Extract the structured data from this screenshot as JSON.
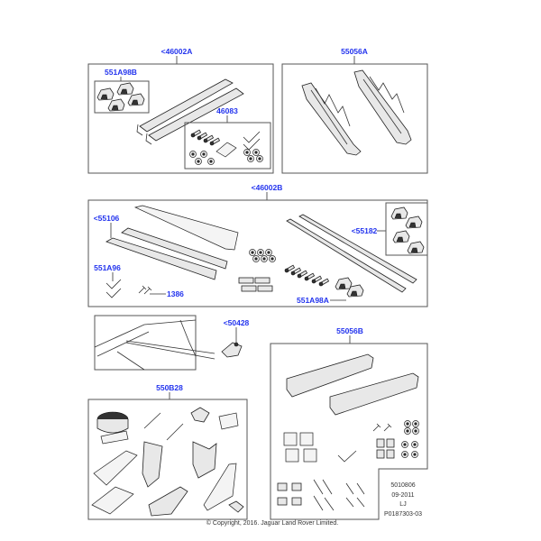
{
  "callouts": {
    "kit_a": "<46002A",
    "feet_b": "551A98B",
    "fixing_kit": "46083",
    "ski_carrier_a": "55056A",
    "kit_b": "<46002B",
    "bars": "<55106",
    "feet_kit": "<55182",
    "keys_a": "551A96",
    "lock": "1386",
    "feet_a": "551A98A",
    "clip": "<50428",
    "bike_kit": "550B28",
    "ski_carrier_b": "55056B"
  },
  "meta": {
    "ref": "5010806",
    "date": "09-2011",
    "initials": "LJ",
    "plate": "P0187303-03",
    "copyright": "© Copyright, 2016. Jaguar Land Rover Limited."
  },
  "colors": {
    "callout": "#2233ee",
    "line": "#333333"
  }
}
